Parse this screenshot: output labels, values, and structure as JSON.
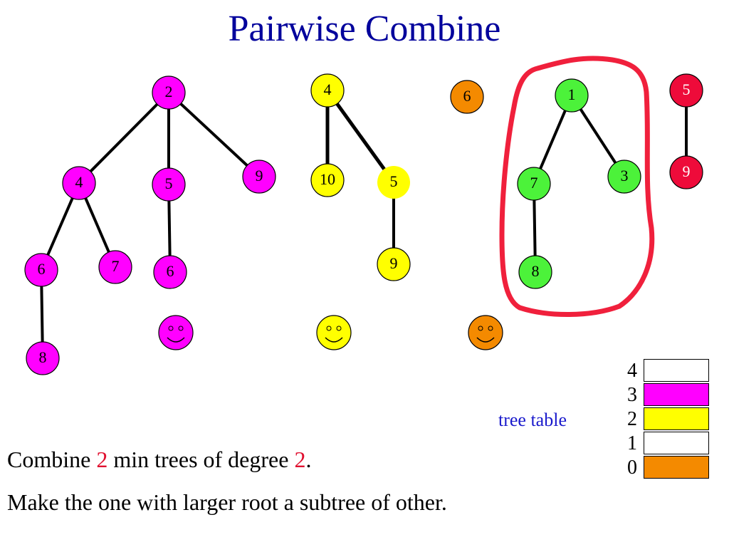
{
  "title": "Pairwise Combine",
  "colors": {
    "magenta": "#ff00ff",
    "yellow": "#ffff00",
    "orange": "#f48a00",
    "green": "#4cf23a",
    "red": "#ee0b3a",
    "circle_highlight": "#f0203c",
    "title": "#00009c"
  },
  "trees": [
    {
      "color": "magenta",
      "nodes": [
        {
          "id": "m2",
          "label": "2"
        },
        {
          "id": "m4",
          "label": "4"
        },
        {
          "id": "m5",
          "label": "5"
        },
        {
          "id": "m9",
          "label": "9"
        },
        {
          "id": "m6a",
          "label": "6"
        },
        {
          "id": "m7",
          "label": "7"
        },
        {
          "id": "m6b",
          "label": "6"
        },
        {
          "id": "m8",
          "label": "8"
        }
      ],
      "edges": [
        [
          "m2",
          "m4"
        ],
        [
          "m2",
          "m5"
        ],
        [
          "m2",
          "m9"
        ],
        [
          "m4",
          "m6a"
        ],
        [
          "m4",
          "m7"
        ],
        [
          "m5",
          "m6b"
        ],
        [
          "m6a",
          "m8"
        ]
      ]
    },
    {
      "color": "yellow",
      "nodes": [
        {
          "id": "y4",
          "label": "4"
        },
        {
          "id": "y10",
          "label": "10"
        },
        {
          "id": "y5",
          "label": "5"
        },
        {
          "id": "y9",
          "label": "9"
        }
      ],
      "edges": [
        [
          "y4",
          "y10"
        ],
        [
          "y4",
          "y5"
        ],
        [
          "y5",
          "y9"
        ]
      ]
    },
    {
      "color": "orange",
      "nodes": [
        {
          "id": "o6",
          "label": "6"
        }
      ],
      "edges": []
    },
    {
      "color": "green",
      "nodes": [
        {
          "id": "g1",
          "label": "1"
        },
        {
          "id": "g7",
          "label": "7"
        },
        {
          "id": "g3",
          "label": "3"
        },
        {
          "id": "g8",
          "label": "8"
        }
      ],
      "edges": [
        [
          "g1",
          "g7"
        ],
        [
          "g1",
          "g3"
        ],
        [
          "g7",
          "g8"
        ]
      ]
    },
    {
      "color": "red",
      "nodes": [
        {
          "id": "r5",
          "label": "5"
        },
        {
          "id": "r9",
          "label": "9"
        }
      ],
      "edges": [
        [
          "r5",
          "r9"
        ]
      ]
    }
  ],
  "smileys": [
    {
      "color": "magenta"
    },
    {
      "color": "yellow"
    },
    {
      "color": "orange"
    }
  ],
  "tree_table": {
    "label": "tree table",
    "rows": [
      {
        "index": "4",
        "fill": "white"
      },
      {
        "index": "3",
        "fill": "magenta"
      },
      {
        "index": "2",
        "fill": "yellow"
      },
      {
        "index": "1",
        "fill": "white"
      },
      {
        "index": "0",
        "fill": "orange"
      }
    ]
  },
  "text": {
    "line1_a": "Combine ",
    "line1_n1": "2",
    "line1_b": " min trees of degree ",
    "line1_n2": "2",
    "line1_c": ".",
    "line2": "Make the one with larger root a subtree of other."
  }
}
